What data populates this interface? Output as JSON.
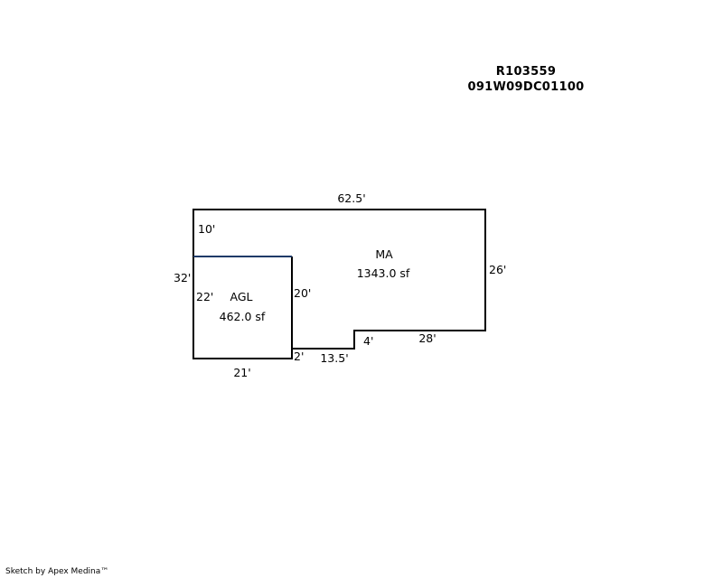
{
  "header": {
    "record_id": "R103559",
    "parcel_number": "091W09DC01100"
  },
  "areas": [
    {
      "code": "MA",
      "area": "1343.0 sf"
    },
    {
      "code": "AGL",
      "area": "462.0 sf"
    }
  ],
  "dimensions": {
    "ma_top": "62.5'",
    "ma_left_upper": "10'",
    "ma_left_total": "32'",
    "ma_right": "26'",
    "ma_notch_right": "28'",
    "ma_notch_step": "4'",
    "ma_notch_bottom": "13.5'",
    "ma_small_step": "2'",
    "agl_left": "22'",
    "agl_right": "20'",
    "agl_bottom": "21'"
  },
  "colors": {
    "outline": "#000000",
    "shared_wall": "#1f3a68"
  },
  "footer": {
    "credit": "Sketch by Apex Medina™"
  }
}
